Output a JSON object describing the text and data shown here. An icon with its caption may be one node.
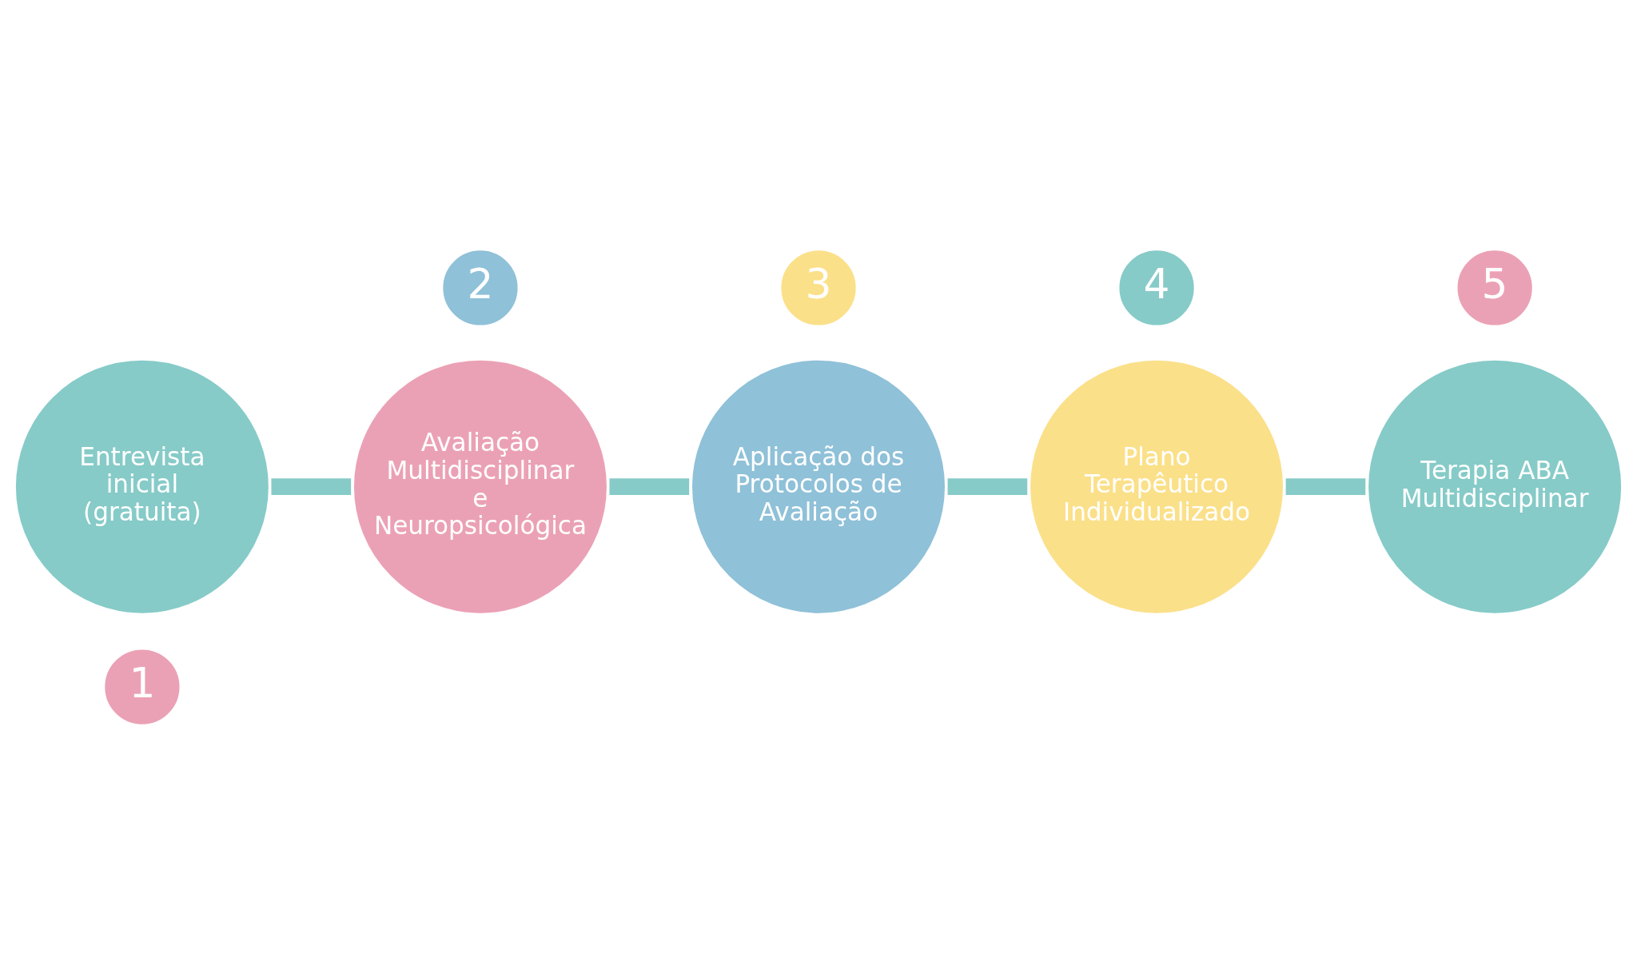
{
  "diagram": {
    "nodes": [
      {
        "text": [
          "1"
        ]
      },
      {
        "text": [
          "Entrevista inicial (gratuita)"
        ]
      },
      {
        "text": [
          "2"
        ]
      },
      {
        "text": [
          "Avaliação Multidisciplinar e Neuropsicológica"
        ]
      },
      {
        "text": [
          "3"
        ]
      },
      {
        "text": [
          "Aplicação dos Protocolos de Avaliação"
        ]
      },
      {
        "text": [
          "4"
        ]
      },
      {
        "text": [
          "Plano Terapêutico Individualizado"
        ]
      },
      {
        "text": [
          "5"
        ]
      },
      {
        "text": [
          "Terapia ABA Multidisciplinar"
        ]
      }
    ],
    "edges": [
      {
        "from": 1,
        "to": 3,
        "arrow": "none"
      },
      {
        "from": 3,
        "to": 5,
        "arrow": "none"
      },
      {
        "from": 5,
        "to": 7,
        "arrow": "none"
      },
      {
        "from": 7,
        "to": 9,
        "arrow": "none"
      }
    ]
  }
}
